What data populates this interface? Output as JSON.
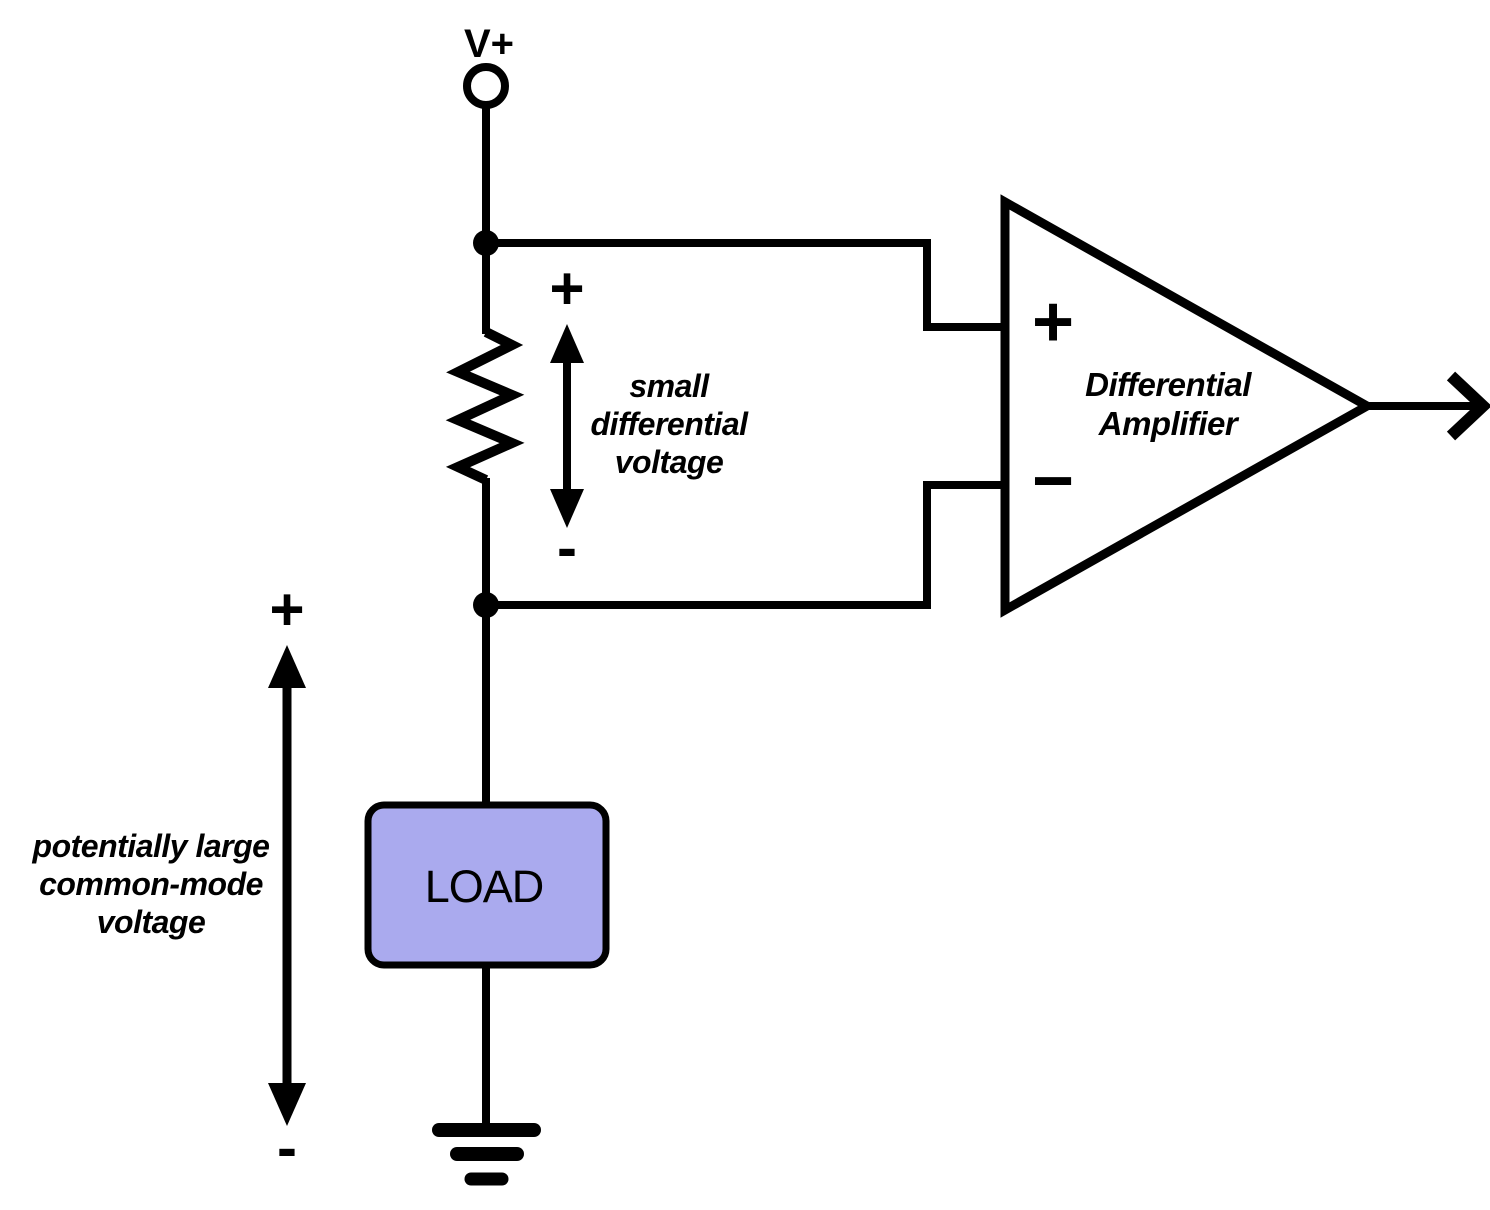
{
  "diagram": {
    "background": "#ffffff",
    "line_color": "#000000",
    "supply": {
      "label": "V+"
    },
    "differential_voltage": {
      "plus": "+",
      "minus": "-",
      "label_lines": [
        "small",
        "differential",
        "voltage"
      ]
    },
    "amplifier": {
      "plus": "+",
      "minus": "−",
      "label_lines": [
        "Differential",
        "Amplifier"
      ]
    },
    "load": {
      "label": "LOAD",
      "fill": "#aaaaee"
    },
    "common_mode": {
      "plus": "+",
      "minus": "-",
      "label_lines": [
        "potentially large",
        "common-mode",
        "voltage"
      ]
    }
  }
}
